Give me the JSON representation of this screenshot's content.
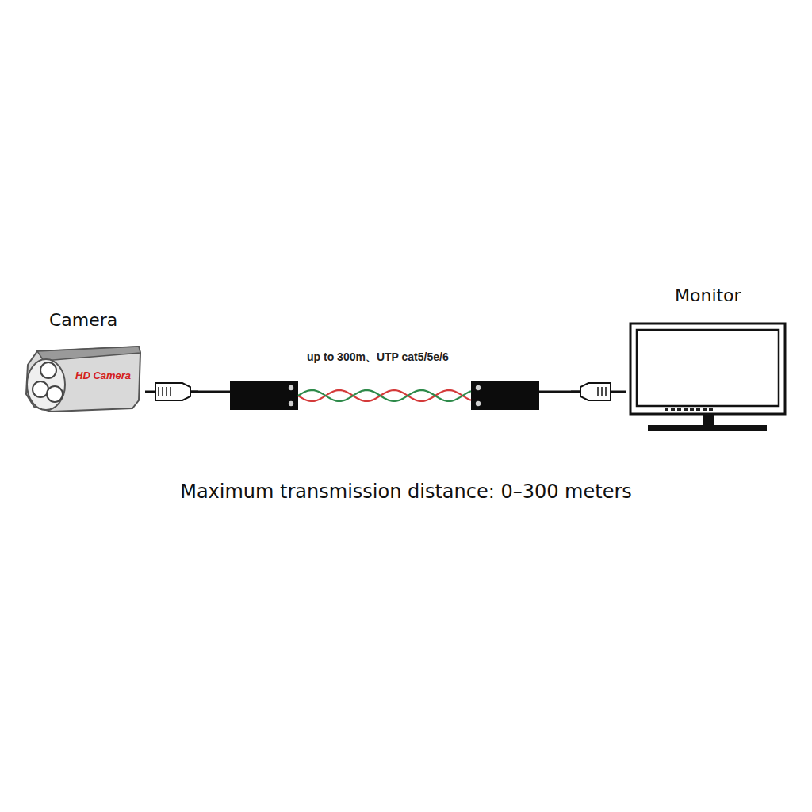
{
  "diagram": {
    "caption": "Maximum transmission distance: 0–300 meters",
    "nodes": [
      {
        "text": [
          "Camera",
          "HD Camera"
        ]
      },
      {
        "text": [
          "Monitor"
        ]
      }
    ],
    "edges": [
      {
        "from": 0,
        "to": 1,
        "arrow": "none",
        "label": "up to 300m、UTP cat5/5e/6"
      }
    ]
  }
}
